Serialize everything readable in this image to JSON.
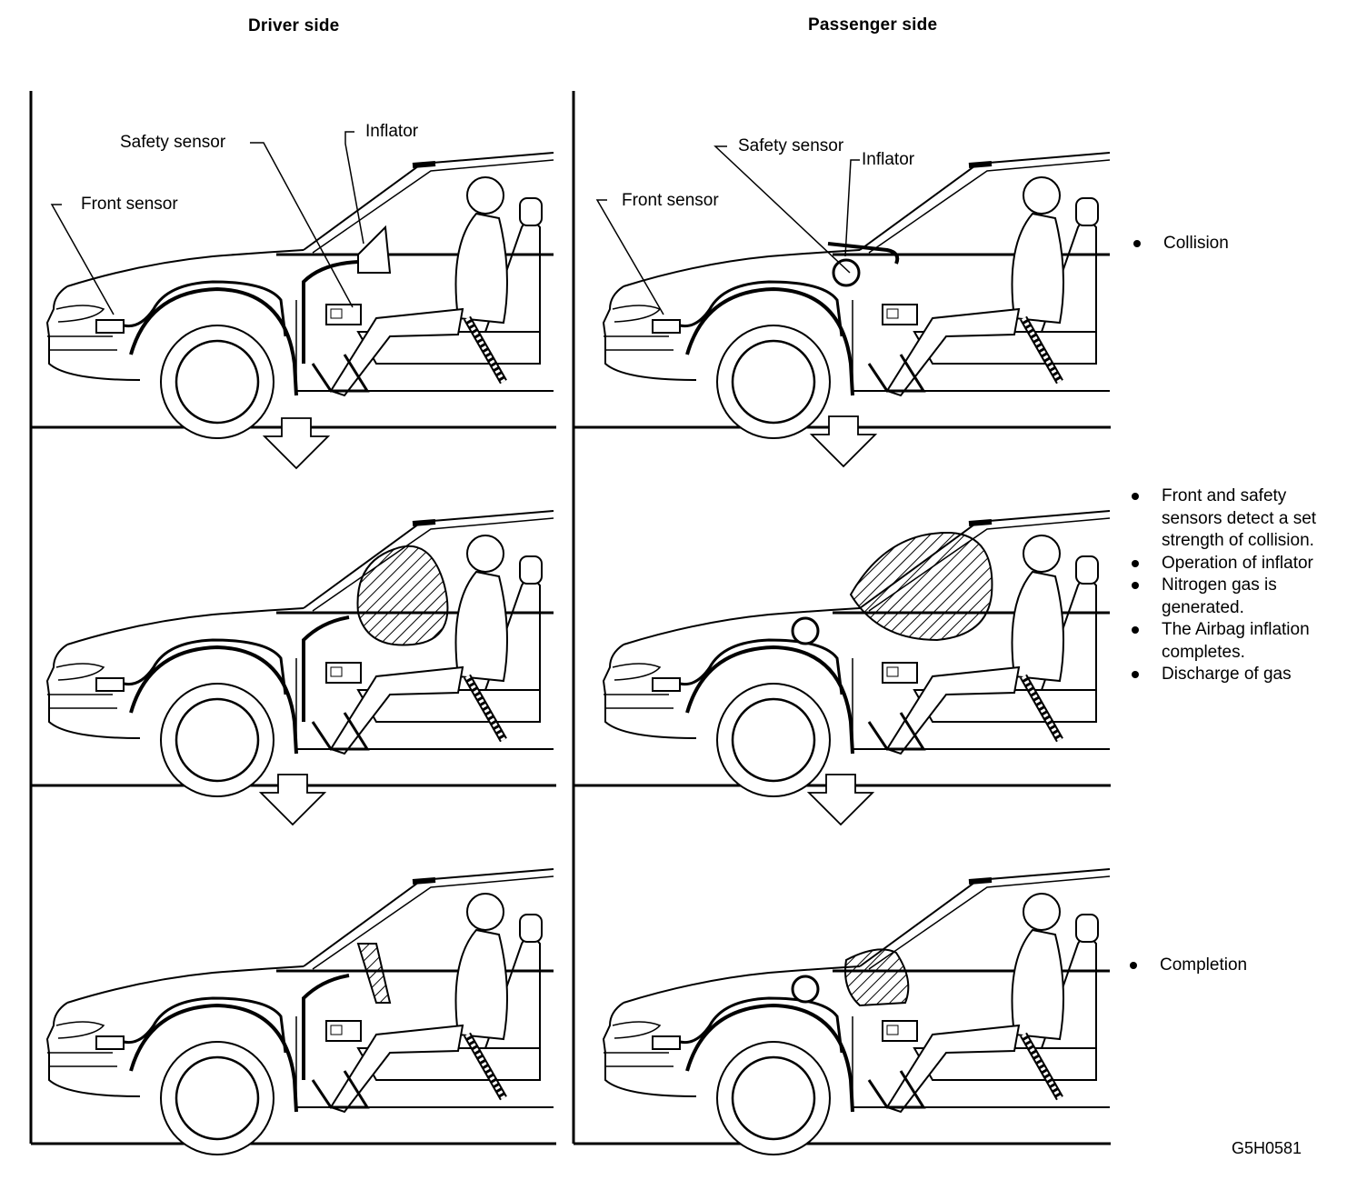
{
  "columns": {
    "driver": {
      "title": "Driver side"
    },
    "passenger": {
      "title": "Passenger side"
    }
  },
  "labels": {
    "driver": {
      "safety_sensor": "Safety sensor",
      "inflator": "Inflator",
      "front_sensor": "Front sensor"
    },
    "passenger": {
      "safety_sensor": "Safety sensor",
      "inflator": "Inflator",
      "front_sensor": "Front sensor"
    }
  },
  "steps": [
    {
      "bullets": [
        "Collision"
      ]
    },
    {
      "bullets": [
        "Front and safety sensors detect a set strength of collision.",
        "Operation of inflator",
        "Nitrogen gas is generated.",
        "The Airbag inflation completes.",
        "Discharge of gas"
      ]
    },
    {
      "bullets": [
        "Completion"
      ]
    }
  ],
  "figure_code": "G5H0581"
}
